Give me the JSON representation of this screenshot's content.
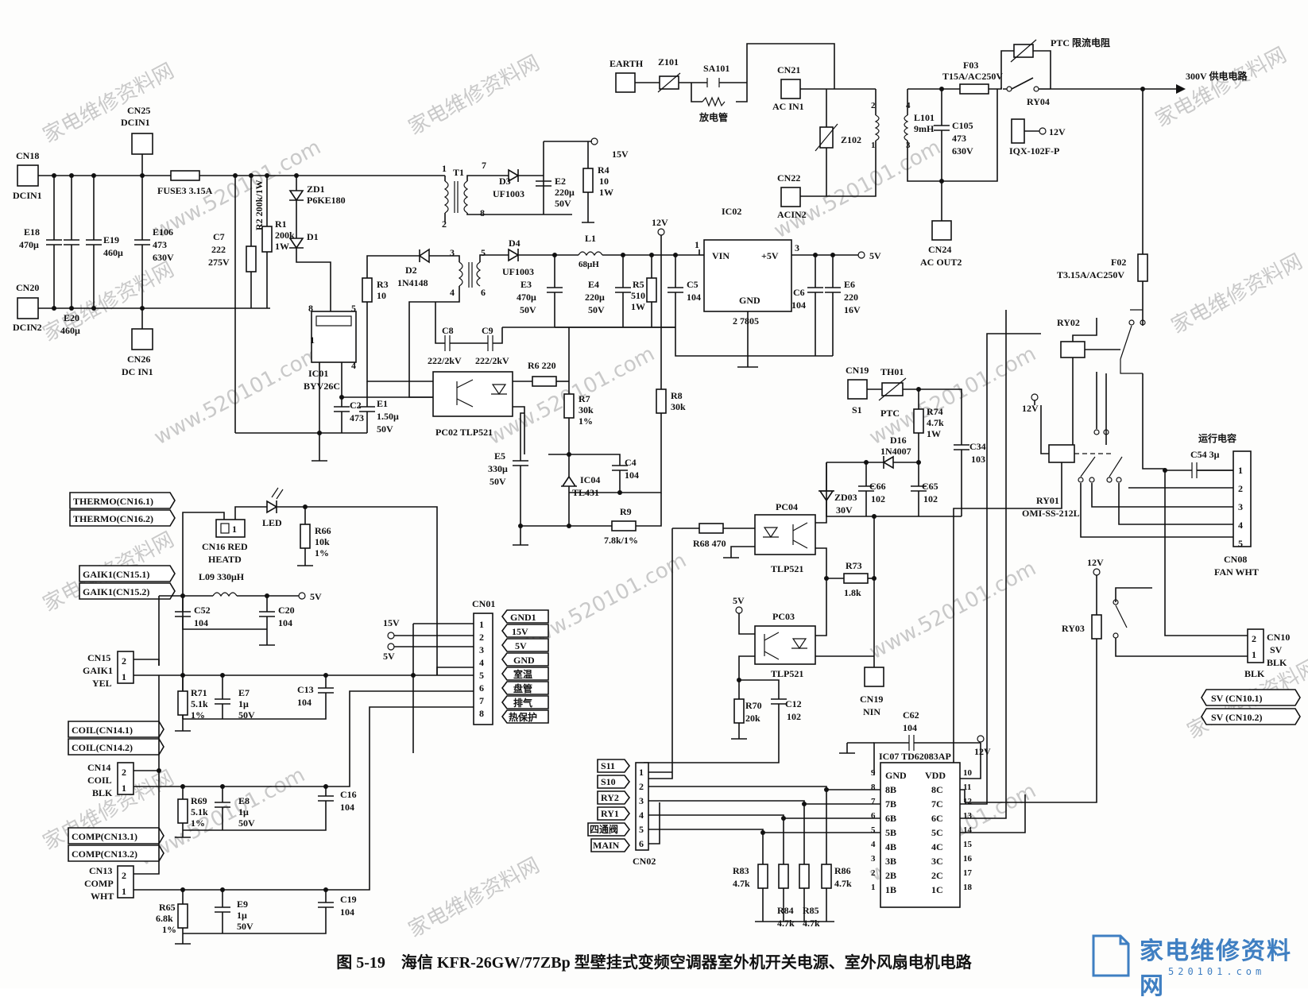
{
  "caption": "图 5-19　海信 KFR-26GW/77ZBp 型壁挂式变频空调器室外机开关电源、室外风扇电机电路",
  "watermark": {
    "cn": "家电维修资料网",
    "url": "www.520101.com",
    "logo_text": "家电维修资料网",
    "logo_url": "520101.com"
  },
  "power_input": {
    "earth": "EARTH",
    "z101": "Z101",
    "sa101": "SA101",
    "tube": "放电管",
    "cn21": "CN21",
    "acin1": "AC IN1",
    "cn22": "CN22",
    "acin2": "ACIN2",
    "z102": "Z102",
    "l101": "L101",
    "l101v": "9mH",
    "c105": "C105",
    "c105a": "473",
    "c105b": "630V",
    "cn24": "CN24",
    "acout2": "AC OUT2",
    "f03": "F03",
    "f03v": "T15A/AC250V",
    "ptc": "PTC 限流电阻",
    "supply": "300V 供电电路",
    "ry04": "RY04",
    "v12": "12V",
    "iqx": "IQX-102F-P",
    "f02": "F02",
    "f02v": "T3.15A/AC250V"
  },
  "dc_input": {
    "cn18": "CN18",
    "dcin1": "DCIN1",
    "cn25": "CN25",
    "dcin1b": "DCIN1",
    "cn20": "CN20",
    "dcin2": "DCIN2",
    "cn26": "CN26",
    "dcin1c": "DC IN1",
    "e18": "E18",
    "e18v": "470μ",
    "e19": "E19",
    "e19v": "460μ",
    "e20": "E20",
    "e20v": "460μ",
    "e106": "E106",
    "e106a": "473",
    "e106b": "630V",
    "fuse": "FUSE3 3.15A",
    "c7": "C7",
    "c7a": "222",
    "c7b": "275V",
    "r2": "R2 200k/1W",
    "r1": "R1",
    "r1a": "200k",
    "r1b": "1W",
    "zd1": "ZD1",
    "zd1v": "P6KE180",
    "d1": "D1"
  },
  "smps": {
    "t1": "T1",
    "d3": "D3",
    "d3v": "UF1003",
    "e2": "E2",
    "e2a": "220μ",
    "e2b": "50V",
    "r4": "R4",
    "r4a": "10",
    "r4b": "1W",
    "v15": "15V",
    "d2": "D2",
    "d2v": "1N4148",
    "r3": "R3",
    "r3v": "10",
    "d4": "D4",
    "d4v": "UF1003",
    "l1": "L1",
    "l1v": "68μH",
    "e3": "E3",
    "e3a": "470μ",
    "e3b": "50V",
    "e4": "E4",
    "e4a": "220μ",
    "e4b": "50V",
    "r5": "R5",
    "r5a": "510",
    "r5b": "1W",
    "v12": "12V",
    "c5": "C5",
    "c5v": "104",
    "ic02": "IC02",
    "vin": "VIN",
    "p5v": "+5V",
    "gnd": "GND",
    "ic02n": "2 7805",
    "c6": "C6",
    "c6v": "104",
    "e6": "E6",
    "e6a": "220",
    "e6b": "16V",
    "v5": "5V",
    "ic01": "IC01",
    "ic01v": "BYV26C",
    "c8": "C8",
    "c9": "C9",
    "c8v": "222/2kV",
    "c9v": "222/2kV",
    "r6": "R6 220",
    "r7": "R7",
    "r7a": "30k",
    "r7b": "1%",
    "r8": "R8",
    "r8v": "30k",
    "pc02": "PC02 TLP521",
    "c2": "C2",
    "c2v": "473",
    "e1": "E1",
    "e1a": "1.50μ",
    "e1b": "50V",
    "e5": "E5",
    "e5a": "330μ",
    "e5b": "50V",
    "c4": "C4",
    "c4v": "104",
    "ic04": "IC04",
    "tl431": "TL431",
    "r9": "R9",
    "r9v": "7.8k/1%"
  },
  "fan": {
    "cn19": "CN19",
    "s1": "S1",
    "th01": "TH01",
    "ptc": "PTC",
    "r74": "R74",
    "r74a": "4.7k",
    "r74b": "1W",
    "d16": "D16",
    "d16v": "1N4007",
    "c34": "C34",
    "c34v": "103",
    "zd03": "ZD03",
    "zd03v": "30V",
    "c66": "C66",
    "c66v": "102",
    "c65": "C65",
    "c65v": "102",
    "pc04": "PC04",
    "tlp": "TLP521",
    "r68": "R68 470",
    "r73": "R73",
    "r73v": "1.8k",
    "pc03": "PC03",
    "v5": "5V",
    "r70": "R70",
    "r70v": "20k",
    "c12": "C12",
    "c12v": "102",
    "cn19b": "CN19",
    "nin": "NIN",
    "ry02": "RY02",
    "ry01": "RY01",
    "omi": "OMI-SS-212L",
    "cap": "运行电容",
    "c54": "C54 3μ",
    "cn08": "CN08",
    "fanwht": "FAN WHT",
    "ry03": "RY03",
    "v12": "12V",
    "cn10": "CN10",
    "sv": "SV",
    "blk": "BLK",
    "svtag1": "SV (CN10.1)",
    "svtag2": "SV (CN10.2)",
    "pins": [
      "1",
      "2",
      "3",
      "4",
      "5"
    ]
  },
  "sensors": {
    "thermo1": "THERMO(CN16.1)",
    "thermo2": "THERMO(CN16.2)",
    "led": "LED",
    "r66": "R66",
    "r66a": "10k",
    "r66b": "1%",
    "cn16": "CN16 RED",
    "heatd": "HEATD",
    "gaik1": "GAIK1(CN15.1)",
    "gaik2": "GAIK1(CN15.2)",
    "l09": "L09 330μH",
    "c52": "C52",
    "c52v": "104",
    "c20": "C20",
    "c20v": "104",
    "v5": "5V",
    "cn15": "CN15",
    "gaik": "GAIK1",
    "yel": "YEL",
    "r71": "R71",
    "r71a": "5.1k",
    "r71b": "1%",
    "e7": "E7",
    "e7a": "1μ",
    "e7b": "50V",
    "c13": "C13",
    "c13v": "104",
    "coil1": "COIL(CN14.1)",
    "coil2": "COIL(CN14.2)",
    "cn14": "CN14",
    "coil": "COIL",
    "blk": "BLK",
    "r69": "R69",
    "r69a": "5.1k",
    "r69b": "1%",
    "e8": "E8",
    "e8a": "1μ",
    "e8b": "50V",
    "c16": "C16",
    "c16v": "104",
    "comp1": "COMP(CN13.1)",
    "comp2": "COMP(CN13.2)",
    "cn13": "CN13",
    "comp": "COMP",
    "wht": "WHT",
    "r65": "R65",
    "r65a": "6.8k",
    "r65b": "1%",
    "e9": "E9",
    "e9a": "1μ",
    "e9b": "50V",
    "c19": "C19",
    "c19v": "104",
    "v15": "15V",
    "v5b": "5V",
    "cn01": "CN01",
    "cn01tags": [
      "GND1",
      "15V",
      "5V",
      "GND",
      "室温",
      "盘管",
      "排气",
      "热保护"
    ],
    "pins": [
      "1",
      "2",
      "3",
      "4",
      "5",
      "6",
      "7",
      "8"
    ],
    "p21": [
      "2",
      "1"
    ]
  },
  "driver": {
    "cn02tags": [
      "S11",
      "S10",
      "RY2",
      "RY1",
      "四通阀",
      "MAIN"
    ],
    "cn02": "CN02",
    "pins": [
      "1",
      "2",
      "3",
      "4",
      "5",
      "6"
    ],
    "ic07": "IC07 TD62083AP",
    "c62": "C62",
    "c62v": "104",
    "v12": "12V",
    "left": [
      "GND",
      "8B",
      "7B",
      "6B",
      "5B",
      "4B",
      "3B",
      "2B",
      "1B"
    ],
    "leftp": [
      "9",
      "8",
      "7",
      "6",
      "5",
      "4",
      "3",
      "2",
      "1"
    ],
    "right": [
      "VDD",
      "8C",
      "7C",
      "6C",
      "5C",
      "4C",
      "3C",
      "2C",
      "1C"
    ],
    "rightp": [
      "10",
      "11",
      "12",
      "13",
      "14",
      "15",
      "16",
      "17",
      "18"
    ],
    "r83": "R83",
    "r83v": "4.7k",
    "r84": "R84",
    "r84v": "4.7k",
    "r85": "R85",
    "r85v": "4.7k",
    "r86": "R86",
    "r86v": "4.7k"
  }
}
